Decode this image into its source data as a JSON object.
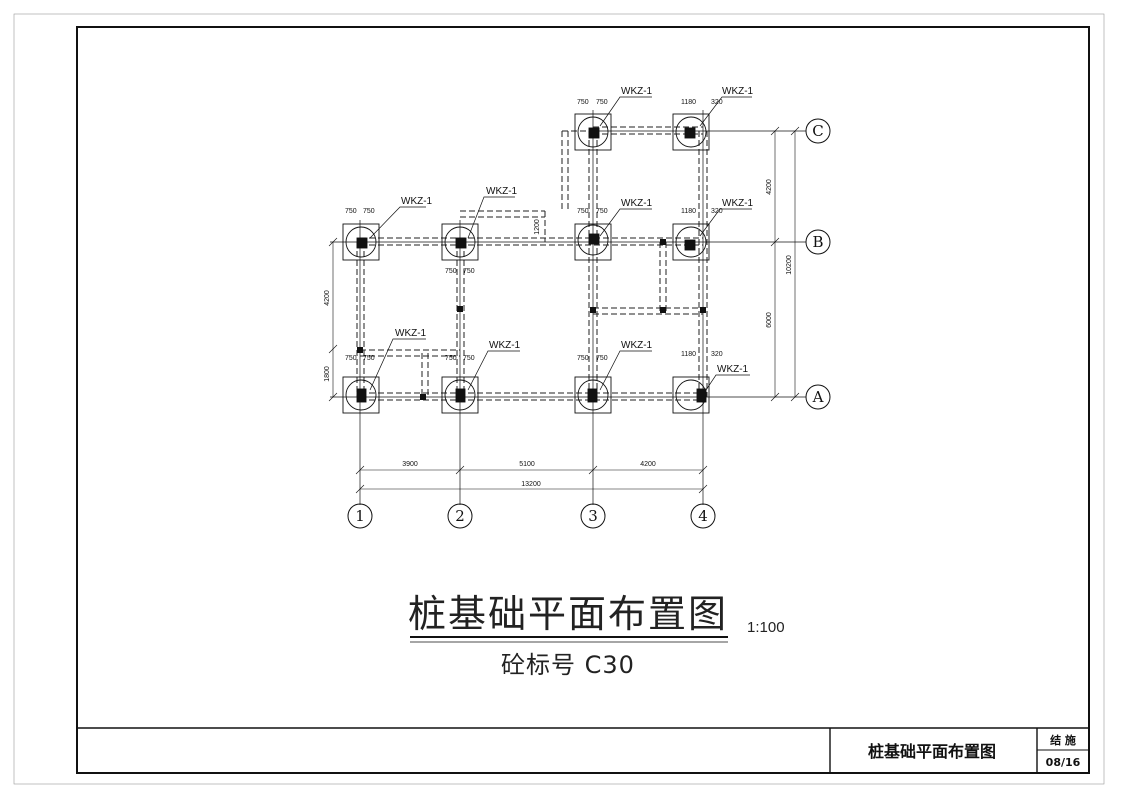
{
  "drawing": {
    "title": "桩基础平面布置图",
    "scale": "1:100",
    "concrete_grade": "砼标号 C30"
  },
  "title_block": {
    "drawing_name": "桩基础平面布置图",
    "discipline": "结 施",
    "sheet": "08/16"
  },
  "grid_axes": {
    "columns": [
      "1",
      "2",
      "3",
      "4"
    ],
    "rows": [
      "C",
      "B",
      "A"
    ]
  },
  "dimensions": {
    "bottom_spans": [
      "3900",
      "5100",
      "4200"
    ],
    "bottom_total": "13200",
    "right_spans": [
      "4200",
      "6000"
    ],
    "right_total": "10200",
    "left_span": "4200",
    "left_bottom": "1800",
    "beam_offset": "1200"
  },
  "pile_label": "WKZ-1",
  "pile_dims": {
    "half_width": "750",
    "offset_large": "1180",
    "offset_small": "320"
  }
}
